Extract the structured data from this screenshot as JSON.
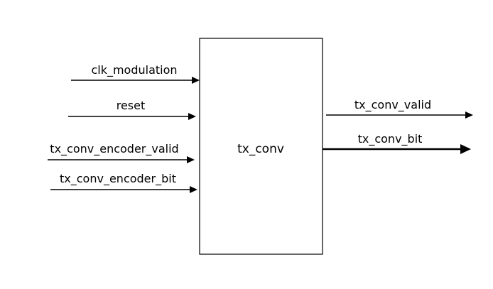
{
  "block": {
    "name": "tx_conv"
  },
  "inputs": [
    {
      "label": "clk_modulation"
    },
    {
      "label": "reset"
    },
    {
      "label": "tx_conv_encoder_valid"
    },
    {
      "label": "tx_conv_encoder_bit"
    }
  ],
  "outputs": [
    {
      "label": "tx_conv_valid",
      "bus": false
    },
    {
      "label": "tx_conv_bit",
      "bus": true
    }
  ],
  "colors": {
    "line": "#000000",
    "background": "#ffffff",
    "block_fill": "#ffffff"
  }
}
